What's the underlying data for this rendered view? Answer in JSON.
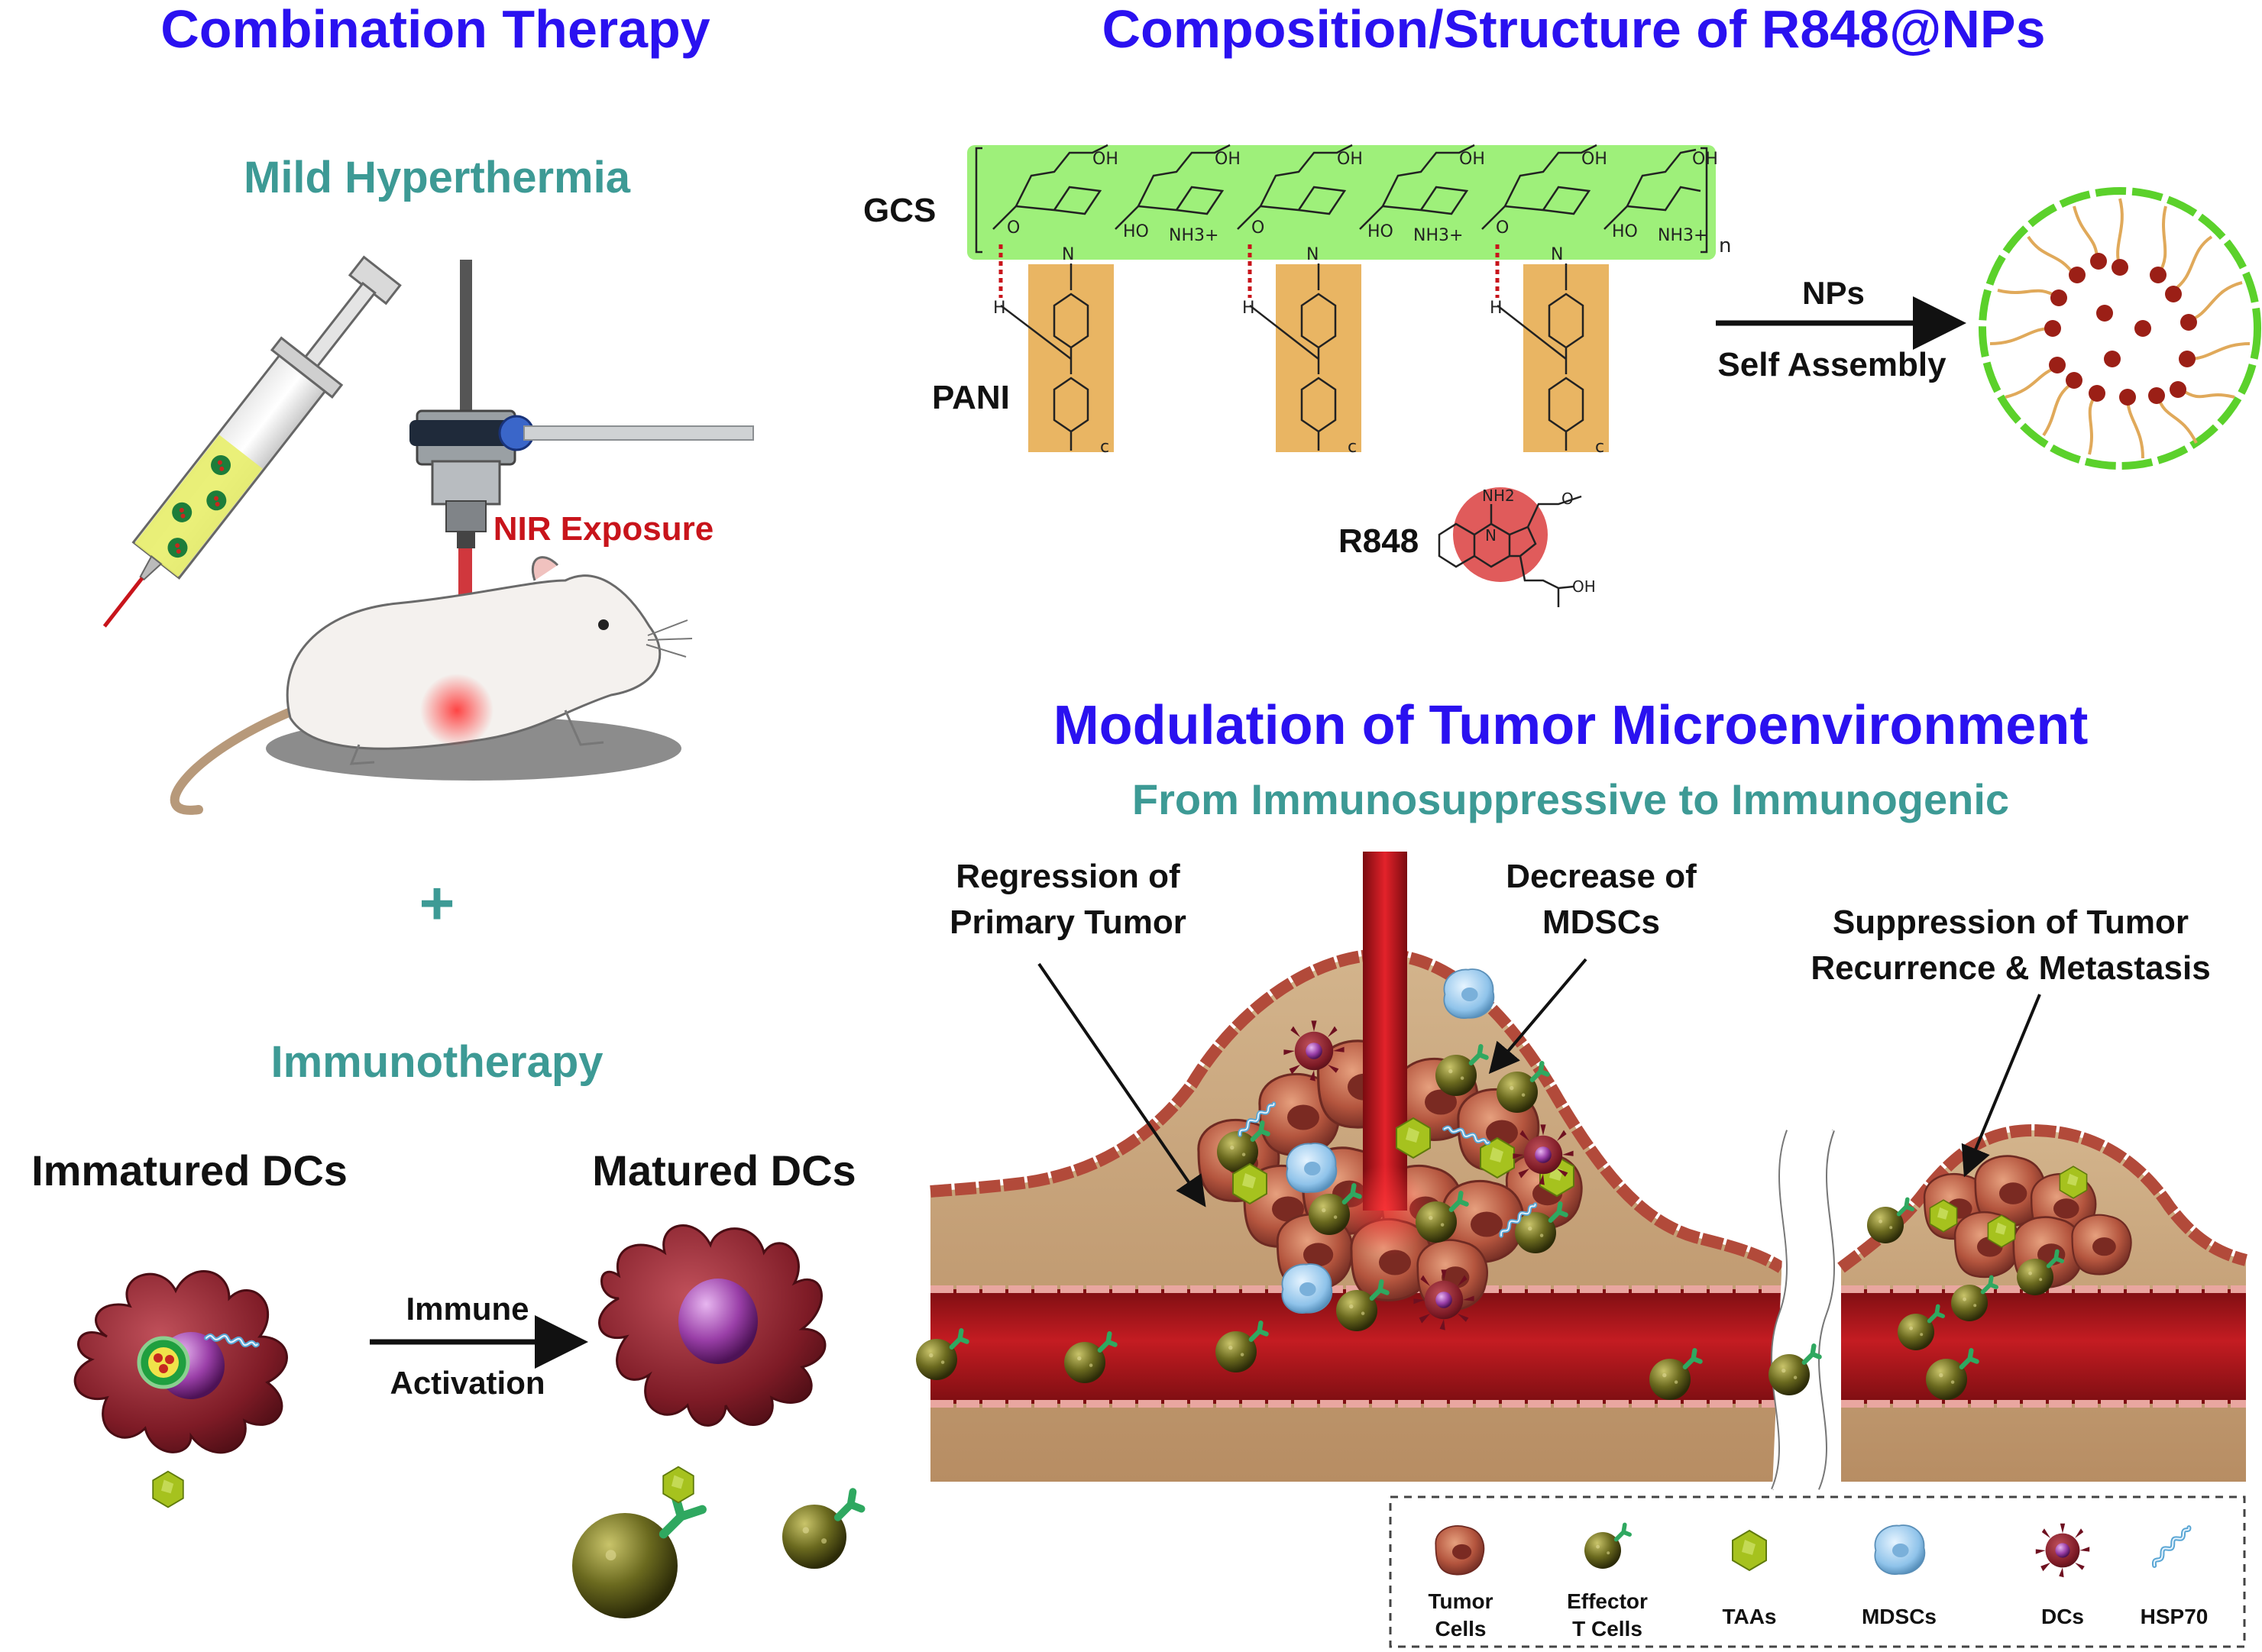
{
  "titles": {
    "combination_therapy": "Combination Therapy",
    "composition": "Composition/Structure of R848@NPs",
    "modulation": "Modulation of Tumor Microenvironment",
    "modulation_sub": "From Immunosuppressive to Immunogenic"
  },
  "left": {
    "mild_hyperthermia": "Mild Hyperthermia",
    "nir_exposure": "NIR Exposure",
    "plus": "+",
    "immunotherapy": "Immunotherapy",
    "immatured_dcs": "Immatured DCs",
    "matured_dcs": "Matured DCs",
    "immune": "Immune",
    "activation": "Activation"
  },
  "chem": {
    "gcs": "GCS",
    "pani": "PANI",
    "r848": "R848",
    "nps": "NPs",
    "self_assembly": "Self Assembly",
    "n_sub": "n",
    "c_sub": "c",
    "oh": "OH",
    "ho": "HO",
    "nh3": "NH3+",
    "h": "H",
    "o": "O",
    "n": "N",
    "nh2": "NH2"
  },
  "tumor": {
    "regression_1": "Regression of",
    "regression_2": "Primary Tumor",
    "decrease_1": "Decrease of",
    "decrease_2": "MDSCs",
    "suppression_1": "Suppression of  Tumor",
    "suppression_2": "Recurrence & Metastasis"
  },
  "legend": {
    "items": [
      {
        "label_1": "Tumor",
        "label_2": "Cells"
      },
      {
        "label_1": "Effector",
        "label_2": "T Cells"
      },
      {
        "label_1": "TAAs",
        "label_2": ""
      },
      {
        "label_1": "MDSCs",
        "label_2": ""
      },
      {
        "label_1": "DCs",
        "label_2": ""
      },
      {
        "label_1": "HSP70",
        "label_2": ""
      }
    ]
  },
  "colors": {
    "title_blue": "#2a11f0",
    "title_teal": "#3d9a95",
    "nir_red": "#c8141b",
    "gcs_green": "#9ef07a",
    "pani_orange": "#e9b563",
    "dc_maroon": "#8a1f2a",
    "tcell_olive": "#6b6a1f",
    "taa_yellowgreen": "#a6c21e",
    "tissue_tan": "#c6a27a",
    "vessel_red": "#b3191f"
  },
  "icons": [
    "syringe-icon",
    "laser-probe-icon",
    "mouse-icon",
    "dendritic-cell-icon",
    "t-cell-icon",
    "taa-hexagon-icon",
    "mdsc-icon",
    "hsp70-icon",
    "tumor-cell-icon",
    "nanoparticle-icon"
  ]
}
